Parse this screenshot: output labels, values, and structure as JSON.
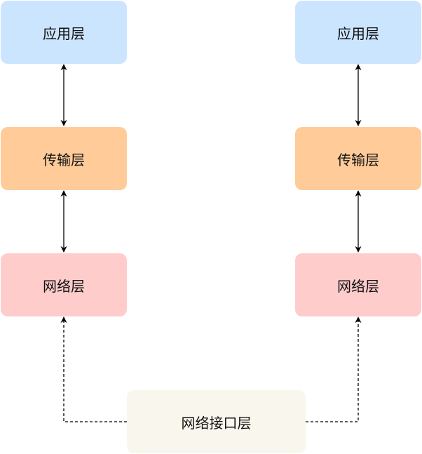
{
  "left_stack": {
    "application": "应用层",
    "transport": "传输层",
    "network": "网络层"
  },
  "right_stack": {
    "application": "应用层",
    "transport": "传输层",
    "network": "网络层"
  },
  "interface": {
    "label": "网络接口层"
  },
  "colors": {
    "application": "#cce5ff",
    "transport": "#ffcc99",
    "network": "#ffcccc",
    "interface": "#f9f7ed",
    "line": "#000000"
  }
}
